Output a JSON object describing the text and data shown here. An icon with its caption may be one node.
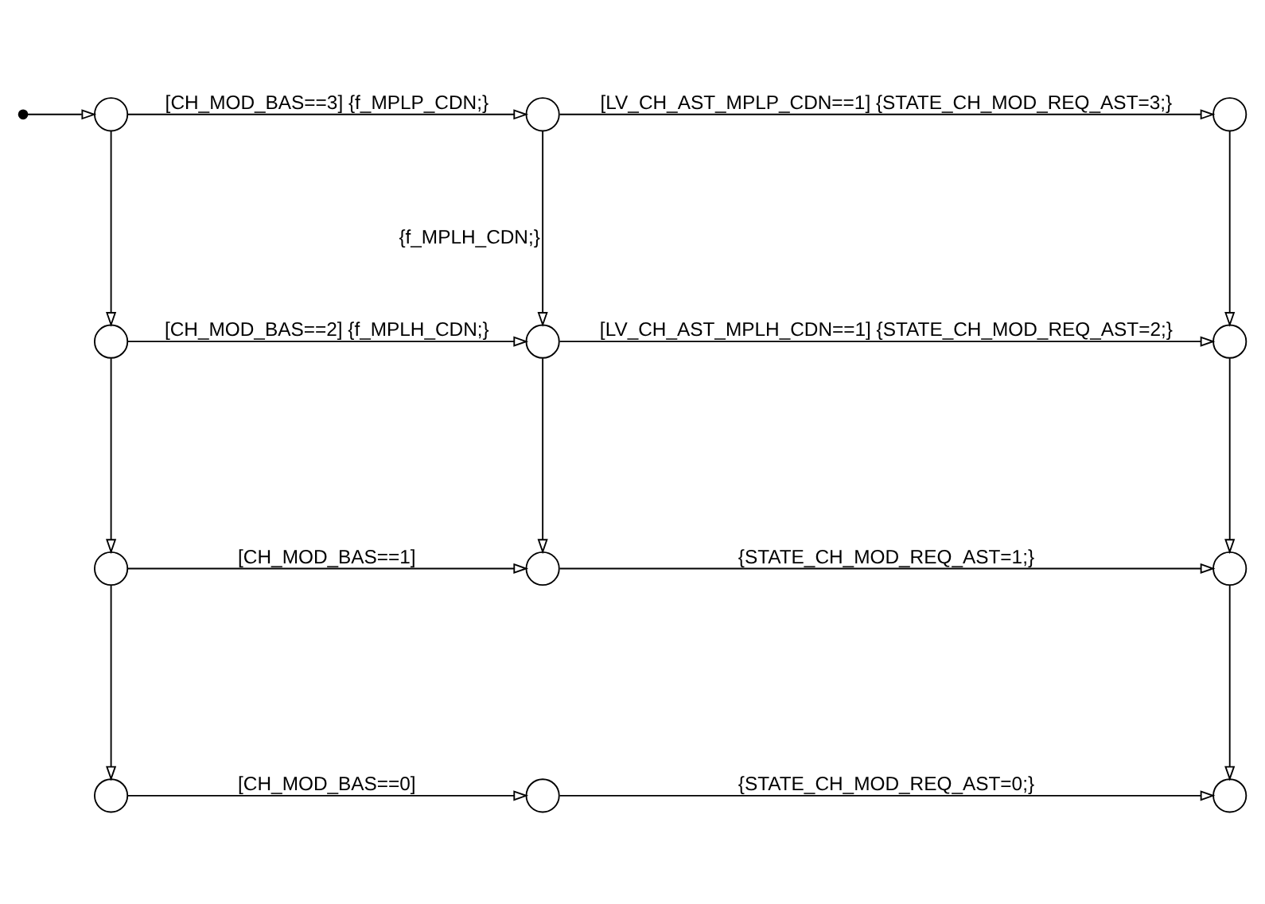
{
  "diagram": {
    "nodes": [
      {
        "text": [],
        "shape": "circle"
      },
      {
        "text": [],
        "shape": "circle"
      },
      {
        "text": [],
        "shape": "circle"
      },
      {
        "text": [],
        "shape": "circle"
      },
      {
        "text": [],
        "shape": "circle"
      },
      {
        "text": [],
        "shape": "circle"
      },
      {
        "text": [],
        "shape": "circle"
      },
      {
        "text": [],
        "shape": "circle"
      },
      {
        "text": [],
        "shape": "circle"
      },
      {
        "text": [],
        "shape": "circle"
      },
      {
        "text": [],
        "shape": "circle"
      },
      {
        "text": [],
        "shape": "circle"
      }
    ],
    "edges": [
      {
        "from": null,
        "to": 0,
        "arrow": "to"
      },
      {
        "from": 0,
        "to": 1,
        "arrow": "to",
        "label": "[CH_MOD_BAS==3] {f_MPLP_CDN;}"
      },
      {
        "from": 1,
        "to": 2,
        "arrow": "to",
        "label": "[LV_CH_AST_MPLP_CDN==1] {STATE_CH_MOD_REQ_AST=3;}"
      },
      {
        "from": 0,
        "to": 3,
        "arrow": "to"
      },
      {
        "from": 1,
        "to": 4,
        "arrow": "to",
        "label": "{f_MPLH_CDN;}"
      },
      {
        "from": 2,
        "to": 5,
        "arrow": "to"
      },
      {
        "from": 3,
        "to": 4,
        "arrow": "to",
        "label": "[CH_MOD_BAS==2] {f_MPLH_CDN;}"
      },
      {
        "from": 4,
        "to": 5,
        "arrow": "to",
        "label": "[LV_CH_AST_MPLH_CDN==1] {STATE_CH_MOD_REQ_AST=2;}"
      },
      {
        "from": 3,
        "to": 6,
        "arrow": "to"
      },
      {
        "from": 4,
        "to": 7,
        "arrow": "to"
      },
      {
        "from": 5,
        "to": 8,
        "arrow": "to"
      },
      {
        "from": 6,
        "to": 7,
        "arrow": "to",
        "label": "[CH_MOD_BAS==1]"
      },
      {
        "from": 7,
        "to": 8,
        "arrow": "to",
        "label": "{STATE_CH_MOD_REQ_AST=1;}"
      },
      {
        "from": 6,
        "to": 9,
        "arrow": "to"
      },
      {
        "from": 8,
        "to": 11,
        "arrow": "to"
      },
      {
        "from": 9,
        "to": 10,
        "arrow": "to",
        "label": "[CH_MOD_BAS==0]"
      },
      {
        "from": 10,
        "to": 11,
        "arrow": "to",
        "label": "{STATE_CH_MOD_REQ_AST=0;}"
      }
    ]
  }
}
